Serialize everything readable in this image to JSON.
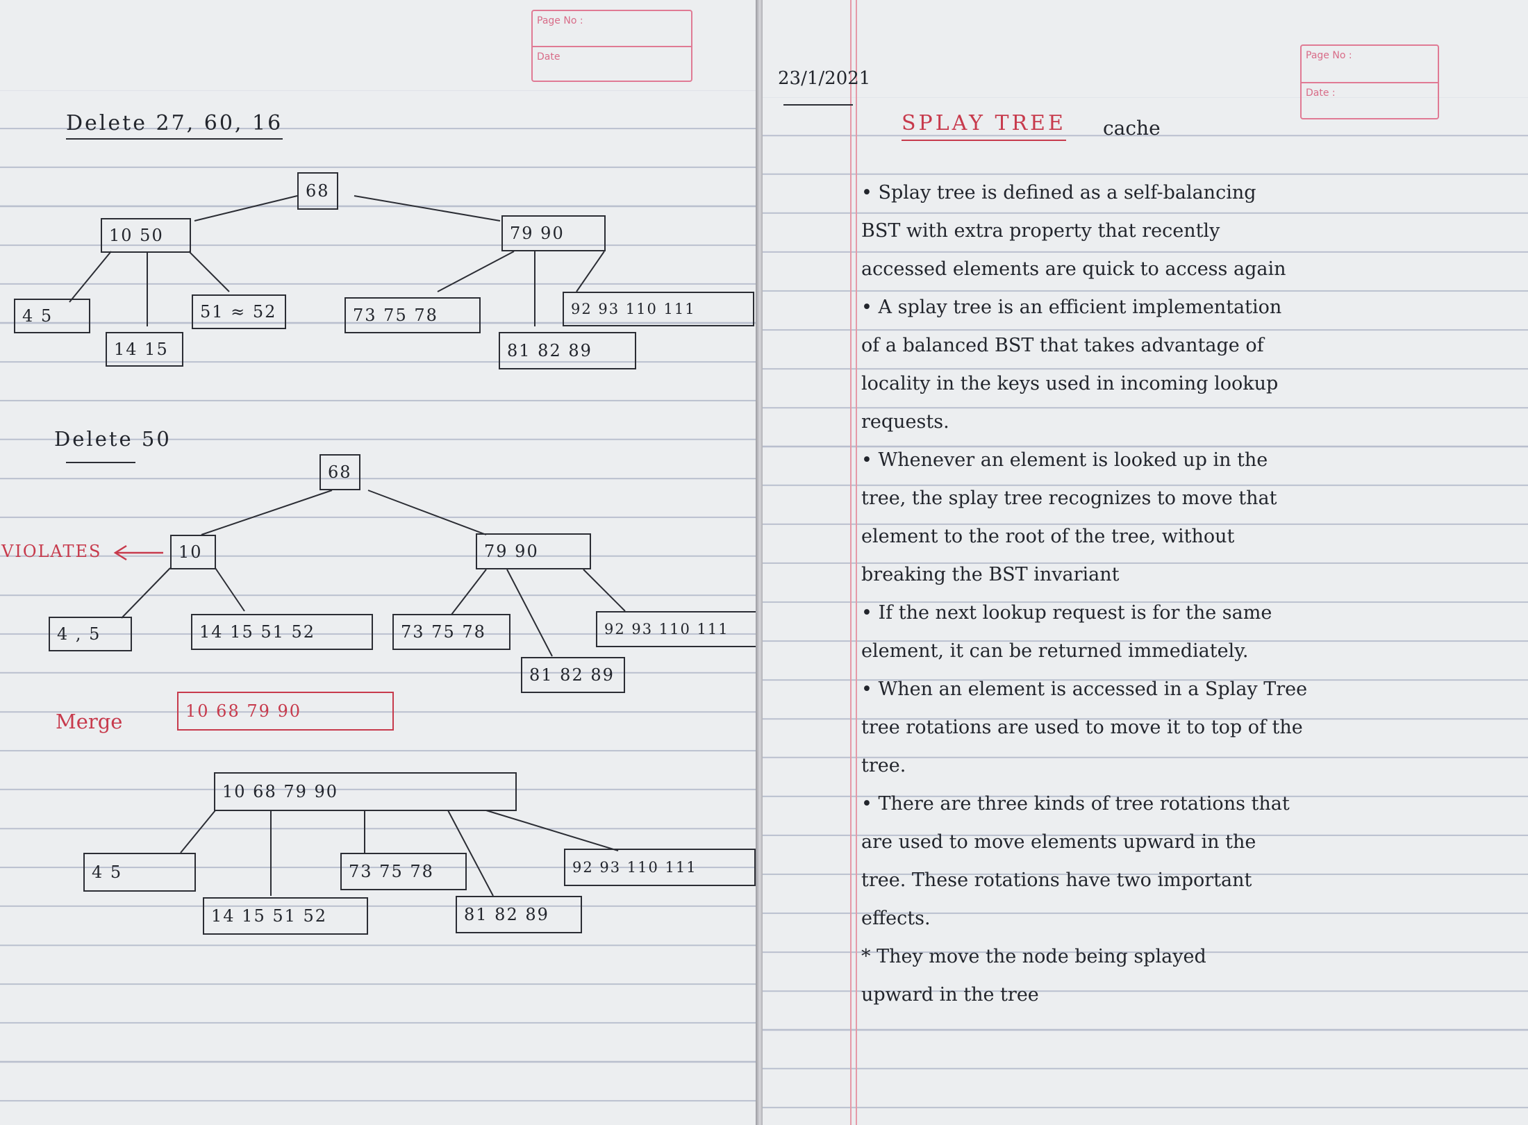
{
  "left_page": {
    "page_no_label": "Page No :",
    "date_label": "Date",
    "section1_title": "Delete 27, 60, 16",
    "section2_title": "Delete 50",
    "violates_label": "VIOLATES",
    "merge_label": "Merge",
    "merge_values": "10   68   79   90",
    "tree1": {
      "root": "68",
      "l1": [
        "10   50",
        "79   90"
      ],
      "leaves": [
        "4   5",
        "14  15",
        "51 ≈ 52",
        "73  75  78",
        "81  82  89",
        "92  93  110  111"
      ]
    },
    "tree2": {
      "root": "68",
      "l1": [
        "10",
        "79       90"
      ],
      "leaves": [
        "4 , 5",
        "14  15   51  52",
        "73  75 78",
        "81  82 89",
        "92   93  110  111"
      ]
    },
    "tree3": {
      "root": "10      68      79       90",
      "leaves": [
        "4          5",
        "14  15   51  52",
        "73  75  78",
        "81  82  89",
        "92  93  110  111"
      ]
    }
  },
  "right_page": {
    "date": "23/1/2021",
    "page_no_label": "Page No :",
    "date_label": "Date :",
    "title": "SPLAY TREE",
    "title_note": "cache",
    "lines": [
      "• Splay tree is defined as a self-balancing",
      "BST with extra property that recently",
      "accessed elements are quick to access again",
      "• A splay tree is an efficient implementation",
      "of a balanced BST that takes advantage of",
      "locality in the keys used in incoming lookup",
      "requests.",
      "• Whenever an element is looked up in the",
      "tree, the splay tree recognizes to move that",
      "element to the root of the tree, without",
      "breaking the BST invariant",
      "• If the next lookup request is for the same",
      "element, it can be returned immediately.",
      "• When an element is accessed in a Splay Tree",
      "tree rotations are used to move it to top of the",
      "tree.",
      "• There are three kinds of tree rotations that",
      "are used to move elements upward in the",
      "tree. These rotations have two important",
      "effects.",
      "* They move the node being splayed",
      "upward in the tree"
    ]
  }
}
